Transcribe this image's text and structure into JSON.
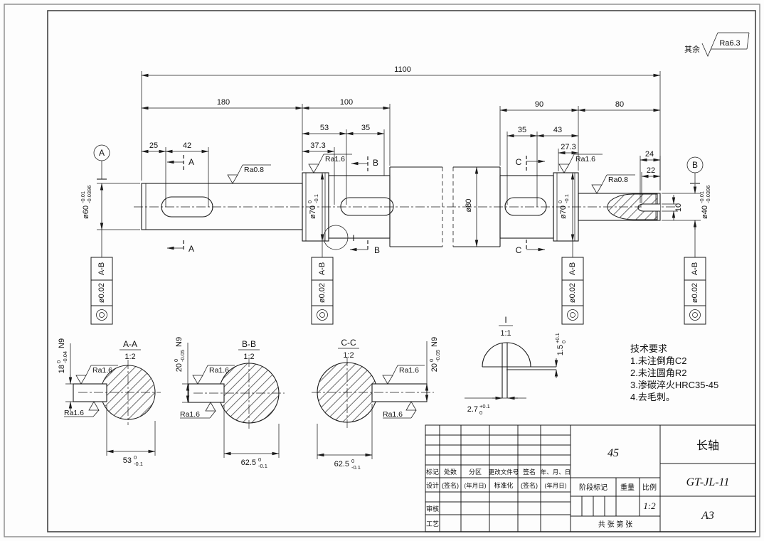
{
  "misc": {
    "rest": "其余",
    "rest_ra": "Ra6.3"
  },
  "dims": {
    "total": "1100",
    "seg180": "180",
    "seg100": "100",
    "seg90": "90",
    "seg80": "80",
    "d53": "53",
    "d35a": "35",
    "d37_3": "37.3",
    "d25": "25",
    "d42": "42",
    "d35b": "35",
    "d43": "43",
    "d27_3": "27.3",
    "d24": "24",
    "d22": "22",
    "d10": "10"
  },
  "diam": {
    "d60": {
      "v": "ø60",
      "sup": "-0.01",
      "sub": "-0.0396"
    },
    "d70": {
      "v": "ø70",
      "sup": "0",
      "sub": "-0.1"
    },
    "d80": {
      "v": "ø80"
    },
    "d40": {
      "v": "ø40",
      "sup": "-0.01",
      "sub": "-0.0396"
    }
  },
  "ra": {
    "ra08": "Ra0.8",
    "ra16": "Ra1.6"
  },
  "datums": {
    "a": "A",
    "b": "B"
  },
  "marks": {
    "a": "A",
    "b": "B",
    "c": "C",
    "i": "I"
  },
  "gtol": {
    "dia": "ø0.02",
    "datum": "A-B"
  },
  "secAA": {
    "title": "A-A",
    "scale": "1:2",
    "key": {
      "v": "18",
      "sup": "0",
      "sub": "-0.04",
      "grade": "N9"
    },
    "w": {
      "v": "53",
      "sup": "0",
      "sub": "-0.1"
    }
  },
  "secBB": {
    "title": "B-B",
    "scale": "1:2",
    "key": {
      "v": "20",
      "sup": "0",
      "sub": "-0.05",
      "grade": "N9"
    },
    "w": {
      "v": "62.5",
      "sup": "0",
      "sub": "-0.1"
    }
  },
  "secCC": {
    "title": "C-C",
    "scale": "1:2",
    "key": {
      "v": "20",
      "sup": "0",
      "sub": "-0.05",
      "grade": "N9"
    },
    "w": {
      "v": "62.5",
      "sup": "0",
      "sub": "-0.1"
    }
  },
  "detail": {
    "title": "I",
    "scale": "1:1",
    "h": {
      "v": "1.5",
      "sup": "+0.1",
      "sub": "0"
    },
    "w": {
      "v": "2.7",
      "sup": "+0.1",
      "sub": "0"
    }
  },
  "tech": {
    "title": "技术要求",
    "items": [
      "1.未注倒角C2",
      "2.未注圆角R2",
      "3.渗碳淬火HRC35-45",
      "4.去毛刺。"
    ]
  },
  "titleblock": {
    "rev_row": [
      "标记",
      "处数",
      "分区",
      "更改文件号",
      "签名",
      "年、月、日"
    ],
    "design_row": [
      "设计",
      "(签名)",
      "(年月日)",
      "标准化",
      "(签名)",
      "(年月日)"
    ],
    "check": "审核",
    "process": "工艺",
    "material": "45",
    "stage": "阶段标记",
    "weight": "重量",
    "scale_label": "比例",
    "scale": "1:2",
    "sheets": "共    张  第    张",
    "part_name": "长轴",
    "drawing_no": "GT-JL-11",
    "sheet": "A3"
  }
}
